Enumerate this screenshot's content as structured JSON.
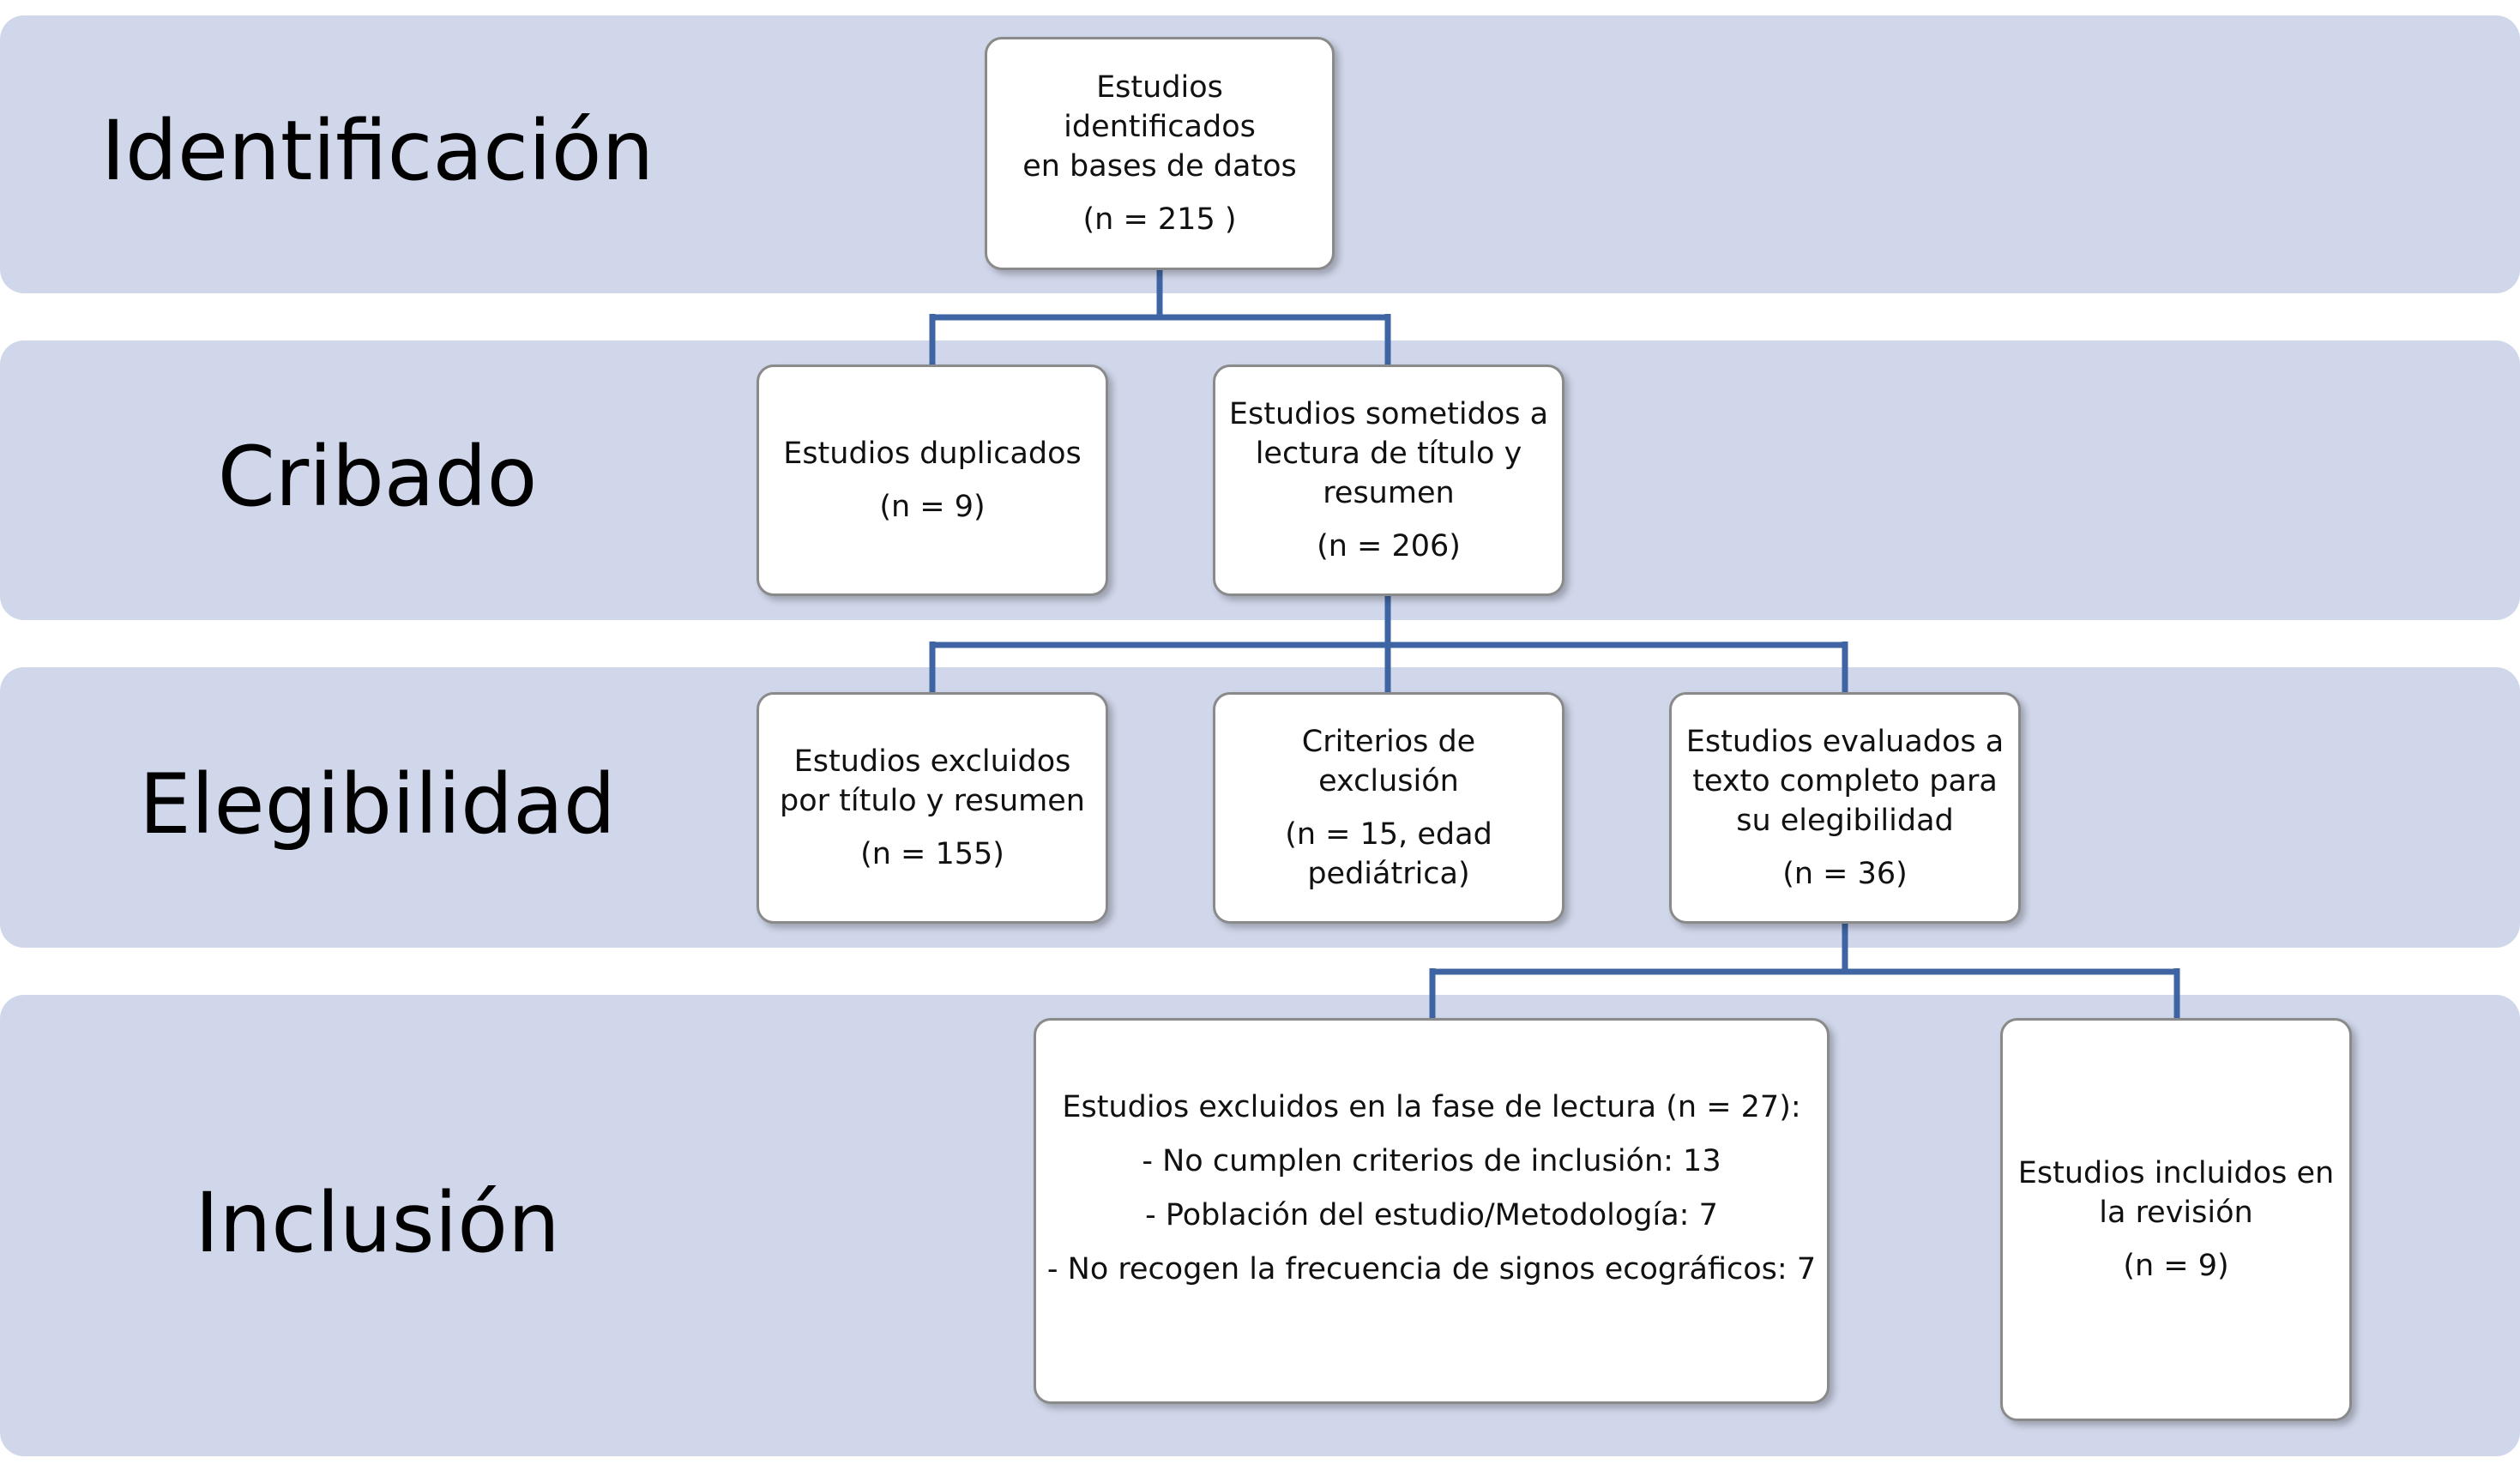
{
  "stages": {
    "identificacion": "Identificación",
    "cribado": "Cribado",
    "elegibilidad": "Elegibilidad",
    "inclusion": "Inclusión"
  },
  "boxes": {
    "identified": {
      "title": "Estudios identificados\nen bases de datos",
      "count": "(n = 215 )"
    },
    "duplicates": {
      "title": "Estudios duplicados",
      "count": "(n = 9)"
    },
    "screened": {
      "title": "Estudios sometidos a\nlectura de título y\nresumen",
      "count": "(n = 206)"
    },
    "excluded_title": {
      "title": "Estudios excluidos\npor título y resumen",
      "count": "(n = 155)"
    },
    "exclusion_criteria": {
      "title": "Criterios de exclusión",
      "count": "(n = 15, edad\npediátrica)"
    },
    "full_text": {
      "title": "Estudios evaluados a\ntexto completo para\nsu elegibilidad",
      "count": "(n = 36)"
    },
    "excluded_reading": {
      "title": "Estudios excluidos en la fase de lectura (n = 27):",
      "reasons": [
        "- No cumplen criterios de inclusión: 13",
        "- Población del estudio/Metodología: 7",
        "- No recogen la frecuencia de signos ecográficos: 7"
      ]
    },
    "included": {
      "title": "Estudios incluidos en\nla revisión",
      "count": "(n = 9)"
    }
  },
  "colors": {
    "band": "#d0d7ea",
    "connector": "#3e64a3",
    "box_border": "#8a8a8a"
  }
}
